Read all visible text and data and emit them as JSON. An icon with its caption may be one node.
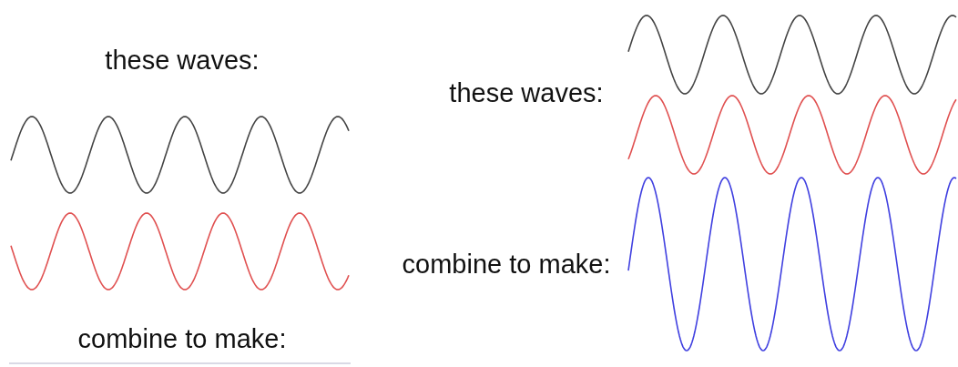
{
  "diagram": {
    "labels": [
      "these waves:",
      "combine to make:",
      "these waves:",
      "combine to make:"
    ]
  }
}
